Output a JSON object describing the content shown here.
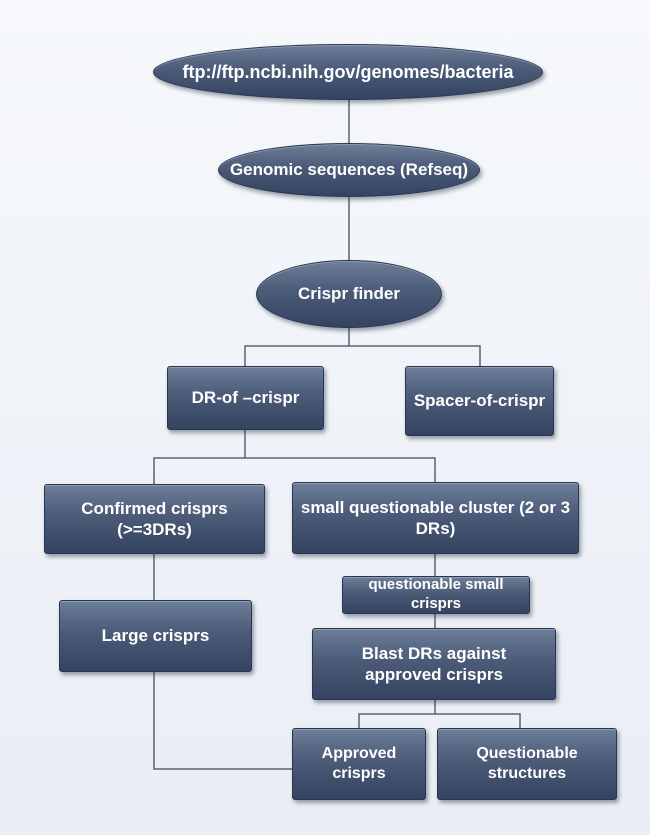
{
  "diagram": {
    "nodes": {
      "ftp": "ftp://ftp.ncbi.nih.gov/genomes/bacteria",
      "genomic": "Genomic sequences (Refseq)",
      "finder": "Crispr finder",
      "dr": "DR-of –crispr",
      "spacer": "Spacer-of-crispr",
      "confirmed": "Confirmed crisprs (>=3DRs)",
      "small_cluster": "small questionable cluster (2 or 3 DRs)",
      "questionable_small": "questionable small crisprs",
      "blast": "Blast DRs against approved crisprs",
      "large": "Large crisprs",
      "approved": "Approved crisprs",
      "structures": "Questionable structures"
    }
  }
}
